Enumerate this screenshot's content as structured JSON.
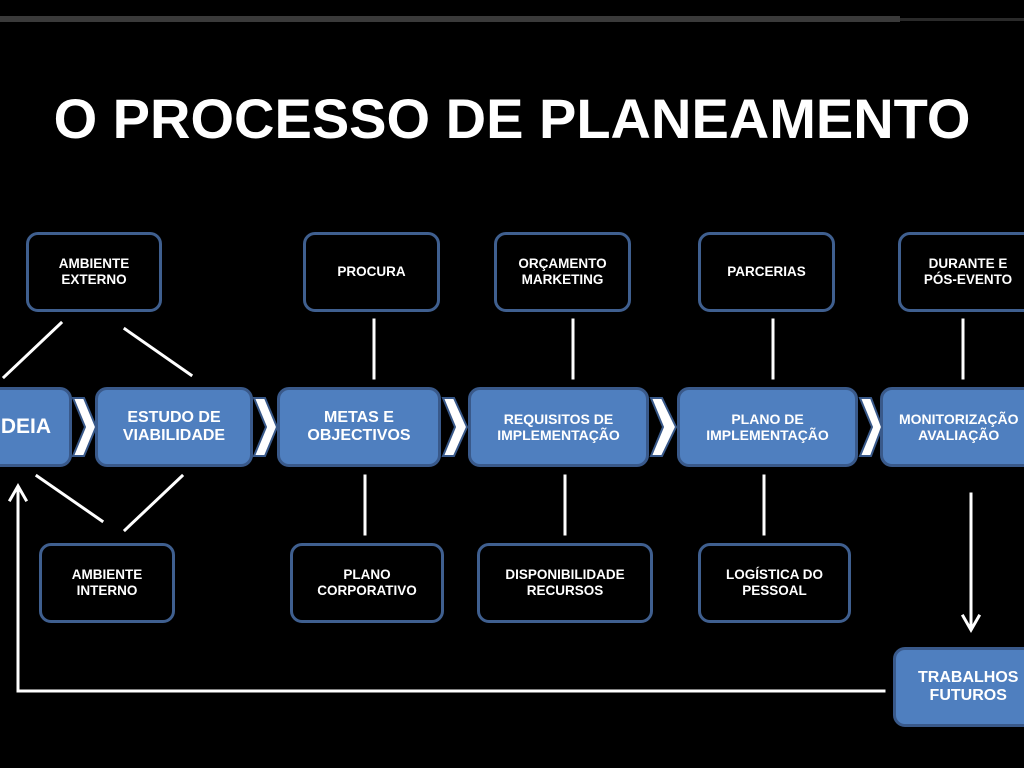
{
  "title": "O PROCESSO DE PLANEAMENTO",
  "colors": {
    "background": "#000000",
    "process_fill": "#4f7fbf",
    "border": "#3f5f8f",
    "text": "#ffffff"
  },
  "process_steps": [
    {
      "label": "IDEIA"
    },
    {
      "label": "ESTUDO DE\nVIABILIDADE"
    },
    {
      "label": "METAS E\nOBJECTIVOS"
    },
    {
      "label": "REQUISITOS DE\nIMPLEMENTAÇÃO"
    },
    {
      "label": "PLANO DE\nIMPLEMENTAÇÃO"
    },
    {
      "label": "MONITORIZAÇÃO\nAVALIAÇÃO"
    }
  ],
  "top_inputs": [
    {
      "label": "AMBIENTE\nEXTERNO"
    },
    {
      "label": "PROCURA"
    },
    {
      "label": "ORÇAMENTO\nMARKETING"
    },
    {
      "label": "PARCERIAS"
    },
    {
      "label": "DURANTE E\nPÓS-EVENTO"
    }
  ],
  "bottom_inputs": [
    {
      "label": "AMBIENTE\nINTERNO"
    },
    {
      "label": "PLANO\nCORPORATIVO"
    },
    {
      "label": "DISPONIBILIDADE\nRECURSOS"
    },
    {
      "label": "LOGÍSTICA DO\nPESSOAL"
    }
  ],
  "future": {
    "label": "TRABALHOS\nFUTUROS"
  },
  "icons": {
    "chevron": "chevron-right-icon",
    "arrow_down": "arrow-down-icon",
    "arrow_up": "arrow-up-icon"
  }
}
